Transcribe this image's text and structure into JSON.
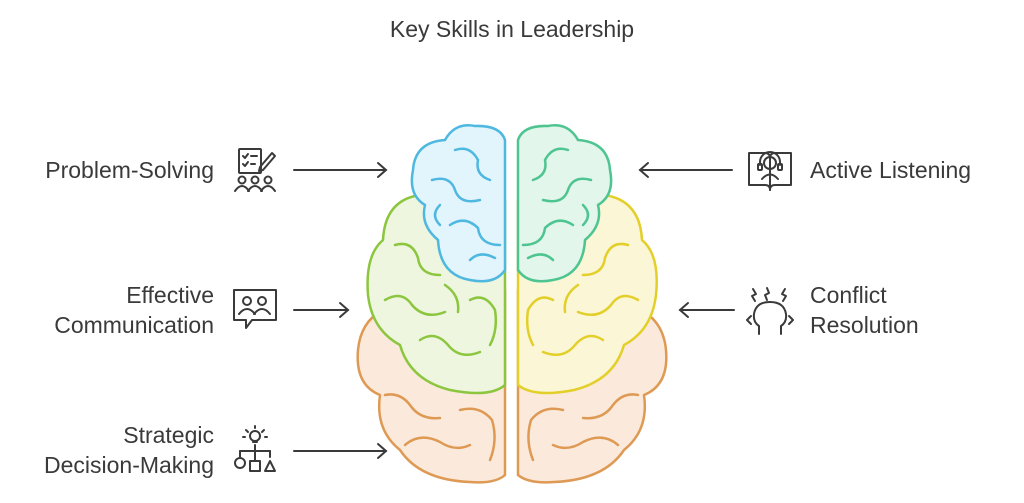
{
  "title": "Key Skills in Leadership",
  "skills": {
    "problem_solving": {
      "lines": [
        "Problem-Solving"
      ],
      "icon": "team-problem-solving-icon"
    },
    "effective_communication": {
      "lines": [
        "Effective",
        "Communication"
      ],
      "icon": "communication-icon"
    },
    "strategic_decision_making": {
      "lines": [
        "Strategic",
        "Decision-Making"
      ],
      "icon": "strategy-bulb-icon"
    },
    "active_listening": {
      "lines": [
        "Active Listening"
      ],
      "icon": "listening-book-icon"
    },
    "conflict_resolution": {
      "lines": [
        "Conflict",
        "Resolution"
      ],
      "icon": "conflict-head-icon"
    }
  },
  "colors": {
    "top_left": "#4fb8e0",
    "top_left_fill": "#e2f5fc",
    "top_right": "#4ec590",
    "top_right_fill": "#e2f6ec",
    "mid_left": "#8cc63f",
    "mid_left_fill": "#eef6e0",
    "mid_right": "#e3cf2a",
    "mid_right_fill": "#fbf6d6",
    "bottom": "#de9a54",
    "bottom_fill": "#fbeadb",
    "ink": "#3a3a3a"
  }
}
